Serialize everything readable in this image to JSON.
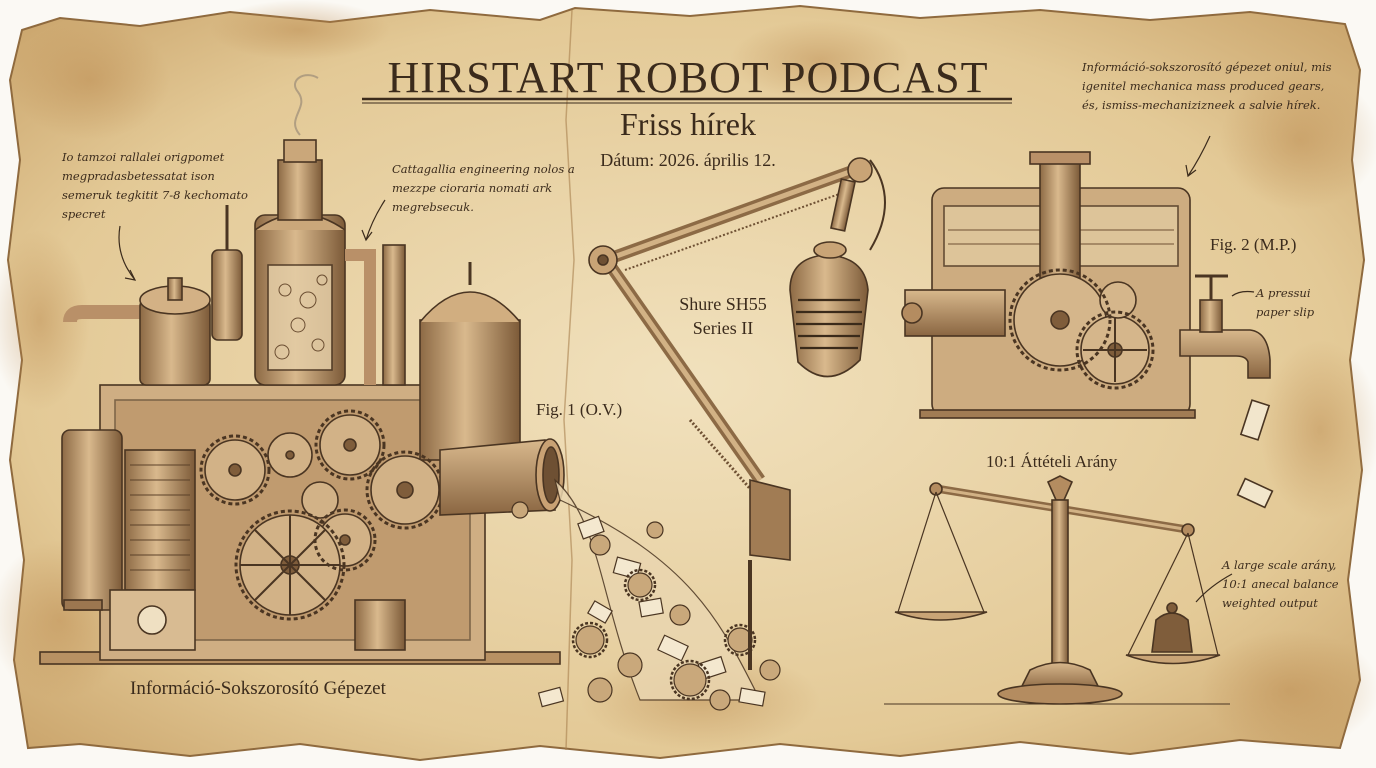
{
  "header": {
    "title": "HIRSTART ROBOT PODCAST",
    "subtitle": "Friss hírek",
    "date": "Dátum: 2026. április 12."
  },
  "figures": {
    "microphone_label": "Shure SH55 Series II",
    "fig1_label": "Fig. 1 (O.V.)",
    "fig2_label": "Fig. 2 (M.P.)",
    "balance_label": "10:1 Áttételi Arány",
    "machine_caption": "Információ-Sokszorosító Gépezet"
  },
  "notes": {
    "note_a": "Io tamzoi rallalei origpomet megpradasbetessatat ison semeruk tegkitit 7-8 kechomato specret",
    "note_b": "Cattagallia engineering nolos a mezzpe cioraria nomati ark megrebsecuk.",
    "note_c": "Információ-sokszorosító gépezet oniul, mis igenitel mechanica mass produced gears, és, ismiss-mechanizizneek a salvie hírek.",
    "note_d": "A pressui paper slip",
    "note_e": "A large scale arány, 10:1 anecal balance weighted output"
  },
  "icons": [
    "steam-machine-illustration",
    "gear-icon",
    "microphone-illustration",
    "press-machine-illustration",
    "balance-scale-illustration"
  ],
  "colors": {
    "ink": "#3b2b1c",
    "parchment": "#e8d3a8",
    "copper": "#b98d5e",
    "stain": "#c49a63"
  }
}
